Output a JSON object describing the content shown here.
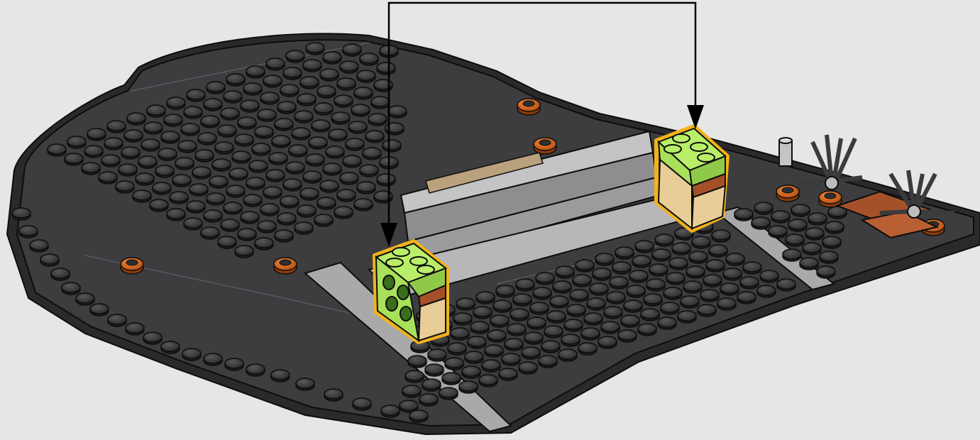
{
  "scene": {
    "background": "#e6e6e6",
    "colors": {
      "baseplate": "#3b3b3d",
      "baseplate_edge": "#2a2a2c",
      "stud": "#2f2f31",
      "stud_top": "#4a4a4d",
      "outline": "#0d0d0d",
      "light_gray": "#a9a9ab",
      "light_gray_top": "#c4c4c6",
      "highlight_brick": "#a8e05a",
      "highlight_brick_top": "#b9ee68",
      "tan": "#e8cd97",
      "reddish_brown": "#a4512a",
      "orange_stud": "#c85a1b",
      "highlight_outline": "#f2b21a",
      "arrow": "#000000"
    },
    "callout": {
      "type": "dual-arrow",
      "targets": [
        "left-highlight-brick",
        "right-highlight-brick"
      ]
    },
    "icons": [
      "arrow-down-icon",
      "arrow-down-icon"
    ]
  }
}
